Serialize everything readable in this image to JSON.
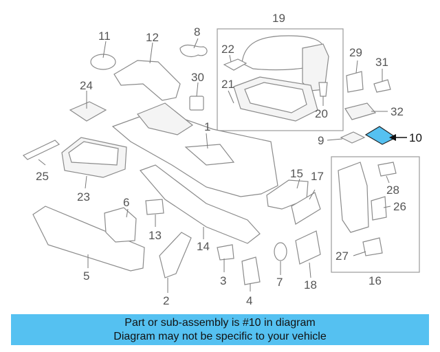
{
  "diagram": {
    "highlight_color": "#55c1f1",
    "highlighted_part": "10",
    "callouts": {
      "c1": "1",
      "c2": "2",
      "c3": "3",
      "c4": "4",
      "c5": "5",
      "c6": "6",
      "c7": "7",
      "c8": "8",
      "c9": "9",
      "c10": "10",
      "c11": "11",
      "c12": "12",
      "c13": "13",
      "c14": "14",
      "c15": "15",
      "c16": "16",
      "c17": "17",
      "c18": "18",
      "c19": "19",
      "c20": "20",
      "c21": "21",
      "c22": "22",
      "c23": "23",
      "c24": "24",
      "c25": "25",
      "c26": "26",
      "c27": "27",
      "c28": "28",
      "c29": "29",
      "c30": "30",
      "c31": "31",
      "c32": "32"
    }
  },
  "caption": {
    "line1": "Part or sub-assembly is #10 in diagram",
    "line2": "Diagram may not be specific to your vehicle"
  }
}
